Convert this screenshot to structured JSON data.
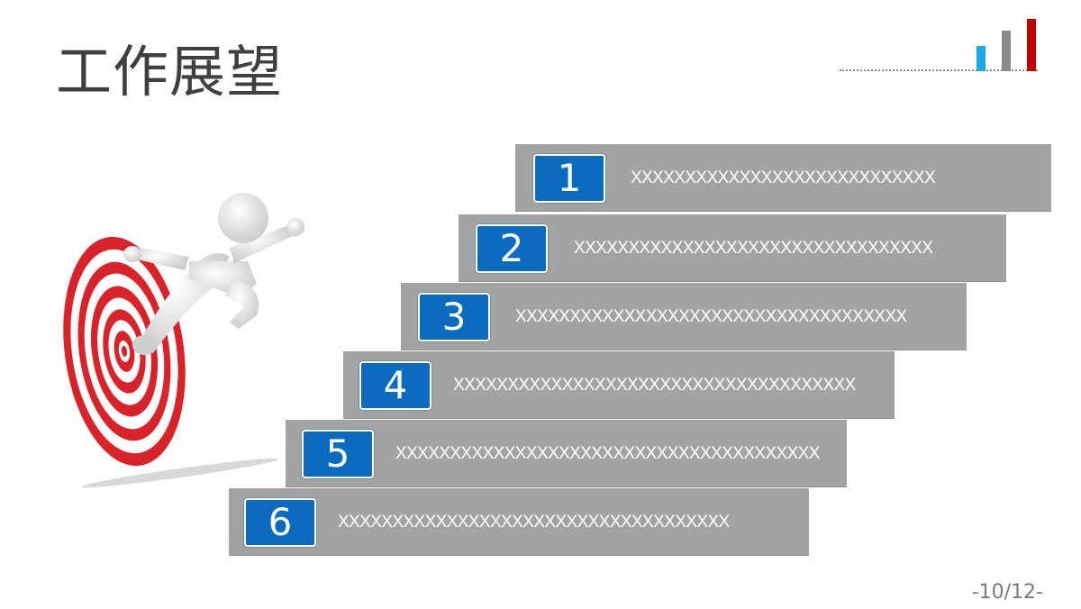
{
  "slide": {
    "title": "工作展望",
    "page_indicator": "-10/12-"
  },
  "decoration": {
    "bars": [
      {
        "color": "#1aa9e6",
        "height": 28
      },
      {
        "color": "#8a8a8a",
        "height": 45
      },
      {
        "color": "#c00000",
        "height": 58
      }
    ]
  },
  "colors": {
    "number_badge": "#0a6bbf",
    "step_bar": "#a3a3a3",
    "title": "#3f3f3f"
  },
  "steps": [
    {
      "number": "1",
      "text": "XXXXXXXXXXXXXXXXXXXXXXXXXXXX"
    },
    {
      "number": "2",
      "text": "XXXXXXXXXXXXXXXXXXXXXXXXXXXXXXXXX"
    },
    {
      "number": "3",
      "text": "XXXXXXXXXXXXXXXXXXXXXXXXXXXXXXXXXXXX"
    },
    {
      "number": "4",
      "text": "XXXXXXXXXXXXXXXXXXXXXXXXXXXXXXXXXXXXX"
    },
    {
      "number": "5",
      "text": "XXXXXXXXXXXXXXXXXXXXXXXXXXXXXXXXXXXXXXX"
    },
    {
      "number": "6",
      "text": "XXXXXXXXXXXXXXXXXXXXXXXXXXXXXXXXXXXX"
    }
  ],
  "illustration": {
    "icon": "target-figure-icon"
  }
}
